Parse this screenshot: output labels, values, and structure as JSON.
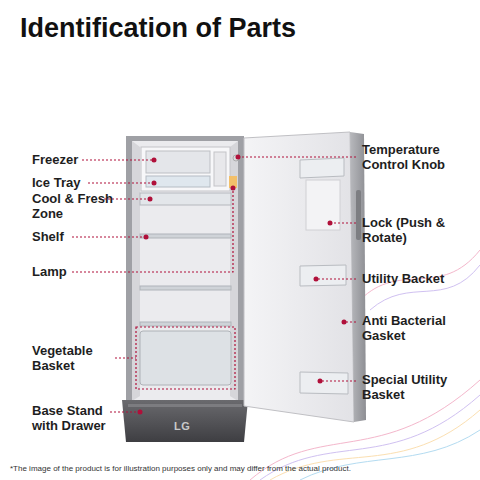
{
  "diagram": {
    "title": "Identification of Parts",
    "caption": "*The image of the product is for illustration purposes only and may differ from the actual product.",
    "labels": [
      "Freezer",
      "Ice Tray",
      "Cool & Fresh Zone",
      "Shelf",
      "Lamp",
      "Vegetable Basket",
      "Base Stand with Drawer",
      "Temperature Control Knob",
      "Lock (Push & Rotate)",
      "Utility Backet",
      "Anti Bacterial Gasket",
      "Special Utility Basket",
      "LG"
    ]
  }
}
